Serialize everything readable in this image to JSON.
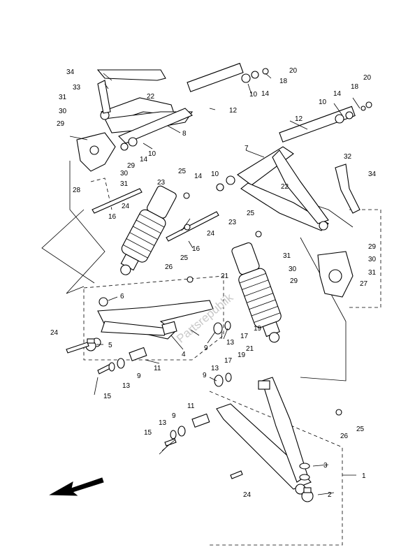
{
  "diagram": {
    "watermark": "Partsrepublik",
    "callouts": [
      "1",
      "2",
      "3",
      "4",
      "5",
      "6",
      "7",
      "8",
      "9",
      "10",
      "11",
      "12",
      "13",
      "14",
      "15",
      "16",
      "17",
      "18",
      "19",
      "20",
      "21",
      "22",
      "23",
      "24",
      "25",
      "26",
      "27",
      "28",
      "29",
      "30",
      "31",
      "32",
      "33",
      "34"
    ],
    "direction_arrow": "front-arrow-icon"
  }
}
